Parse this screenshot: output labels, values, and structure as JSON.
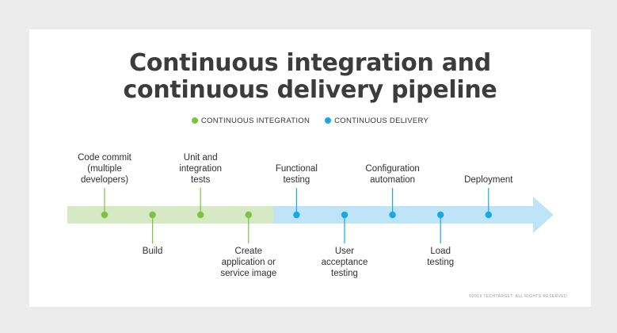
{
  "title_line1": "Continuous integration and",
  "title_line2": "continuous delivery pipeline",
  "legend": [
    {
      "label": "CONTINUOUS INTEGRATION",
      "color": "#7dc242"
    },
    {
      "label": "CONTINUOUS DELIVERY",
      "color": "#1aa7e6"
    }
  ],
  "colors": {
    "ci_band": "#d6e8c4",
    "cd_band": "#bfe4f8",
    "ci_dot": "#7dc242",
    "cd_dot": "#1aa7e6",
    "line_ci": "#7dc242",
    "line_cd": "#1aa7e6"
  },
  "stages": [
    {
      "label": "Code commit\n(multiple\ndevelopers)",
      "phase": "ci",
      "position": "above"
    },
    {
      "label": "Build",
      "phase": "ci",
      "position": "below"
    },
    {
      "label": "Unit and\nintegration\ntests",
      "phase": "ci",
      "position": "above"
    },
    {
      "label": "Create\napplication or\nservice image",
      "phase": "ci",
      "position": "below"
    },
    {
      "label": "Functional\ntesting",
      "phase": "cd",
      "position": "above"
    },
    {
      "label": "User\nacceptance\ntesting",
      "phase": "cd",
      "position": "below"
    },
    {
      "label": "Configuration\nautomation",
      "phase": "cd",
      "position": "above"
    },
    {
      "label": "Load\ntesting",
      "phase": "cd",
      "position": "below"
    },
    {
      "label": "Deployment",
      "phase": "cd",
      "position": "above"
    }
  ],
  "footer": "©2019 TECHTARGET. ALL RIGHTS RESERVED"
}
